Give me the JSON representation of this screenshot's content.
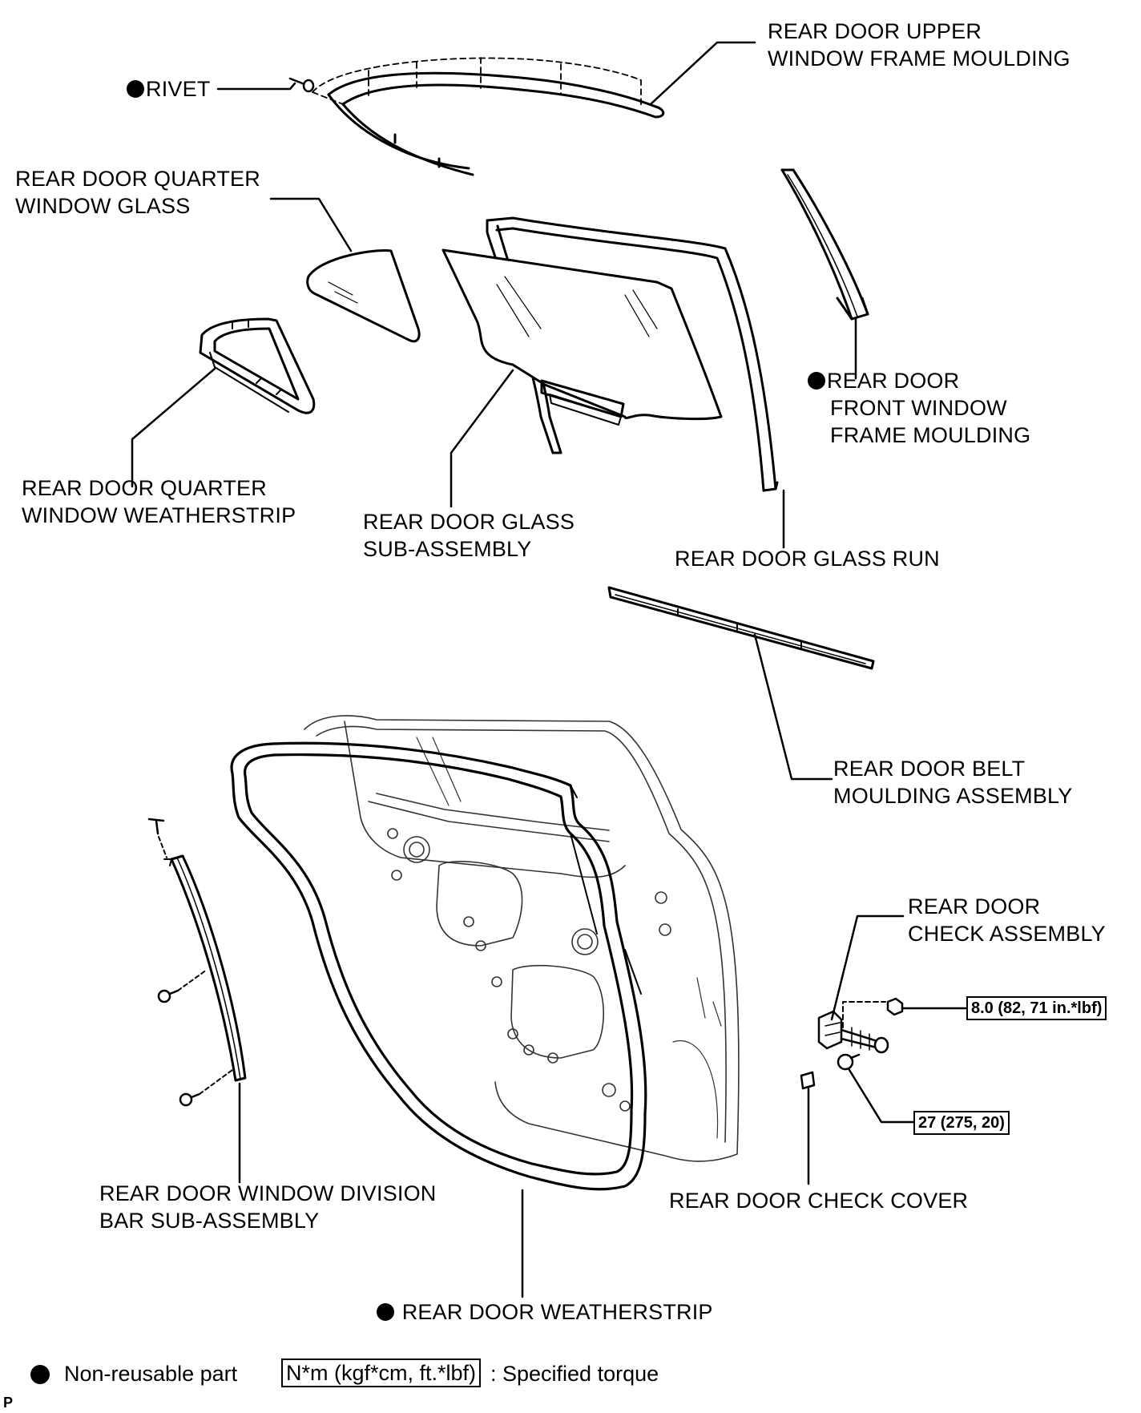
{
  "labels": {
    "upper_moulding": [
      "REAR DOOR UPPER",
      "WINDOW FRAME MOULDING"
    ],
    "rivet": "RIVET",
    "quarter_glass": [
      "REAR DOOR QUARTER",
      "WINDOW GLASS"
    ],
    "front_moulding": [
      "REAR DOOR",
      "FRONT WINDOW",
      "FRAME MOULDING"
    ],
    "quarter_weatherstrip": [
      "REAR DOOR QUARTER",
      "WINDOW WEATHERSTRIP"
    ],
    "glass_sub": [
      "REAR DOOR GLASS",
      "SUB-ASSEMBLY"
    ],
    "glass_run": "REAR DOOR GLASS RUN",
    "belt_moulding": [
      "REAR DOOR BELT",
      "MOULDING ASSEMBLY"
    ],
    "check_assembly": [
      "REAR DOOR",
      "CHECK ASSEMBLY"
    ],
    "division_bar": [
      "REAR DOOR WINDOW DIVISION",
      "BAR SUB-ASSEMBLY"
    ],
    "check_cover": "REAR DOOR CHECK COVER",
    "weatherstrip": "REAR DOOR WEATHERSTRIP"
  },
  "torques": {
    "nut": "8.0 (82, 71 in.*lbf)",
    "bolt": "27 (275, 20)"
  },
  "legend": {
    "non_reusable": "Non-reusable part",
    "torque_box": "N*m (kgf*cm, ft.*lbf)",
    "torque_desc": ": Specified torque"
  },
  "page_mark": "P"
}
